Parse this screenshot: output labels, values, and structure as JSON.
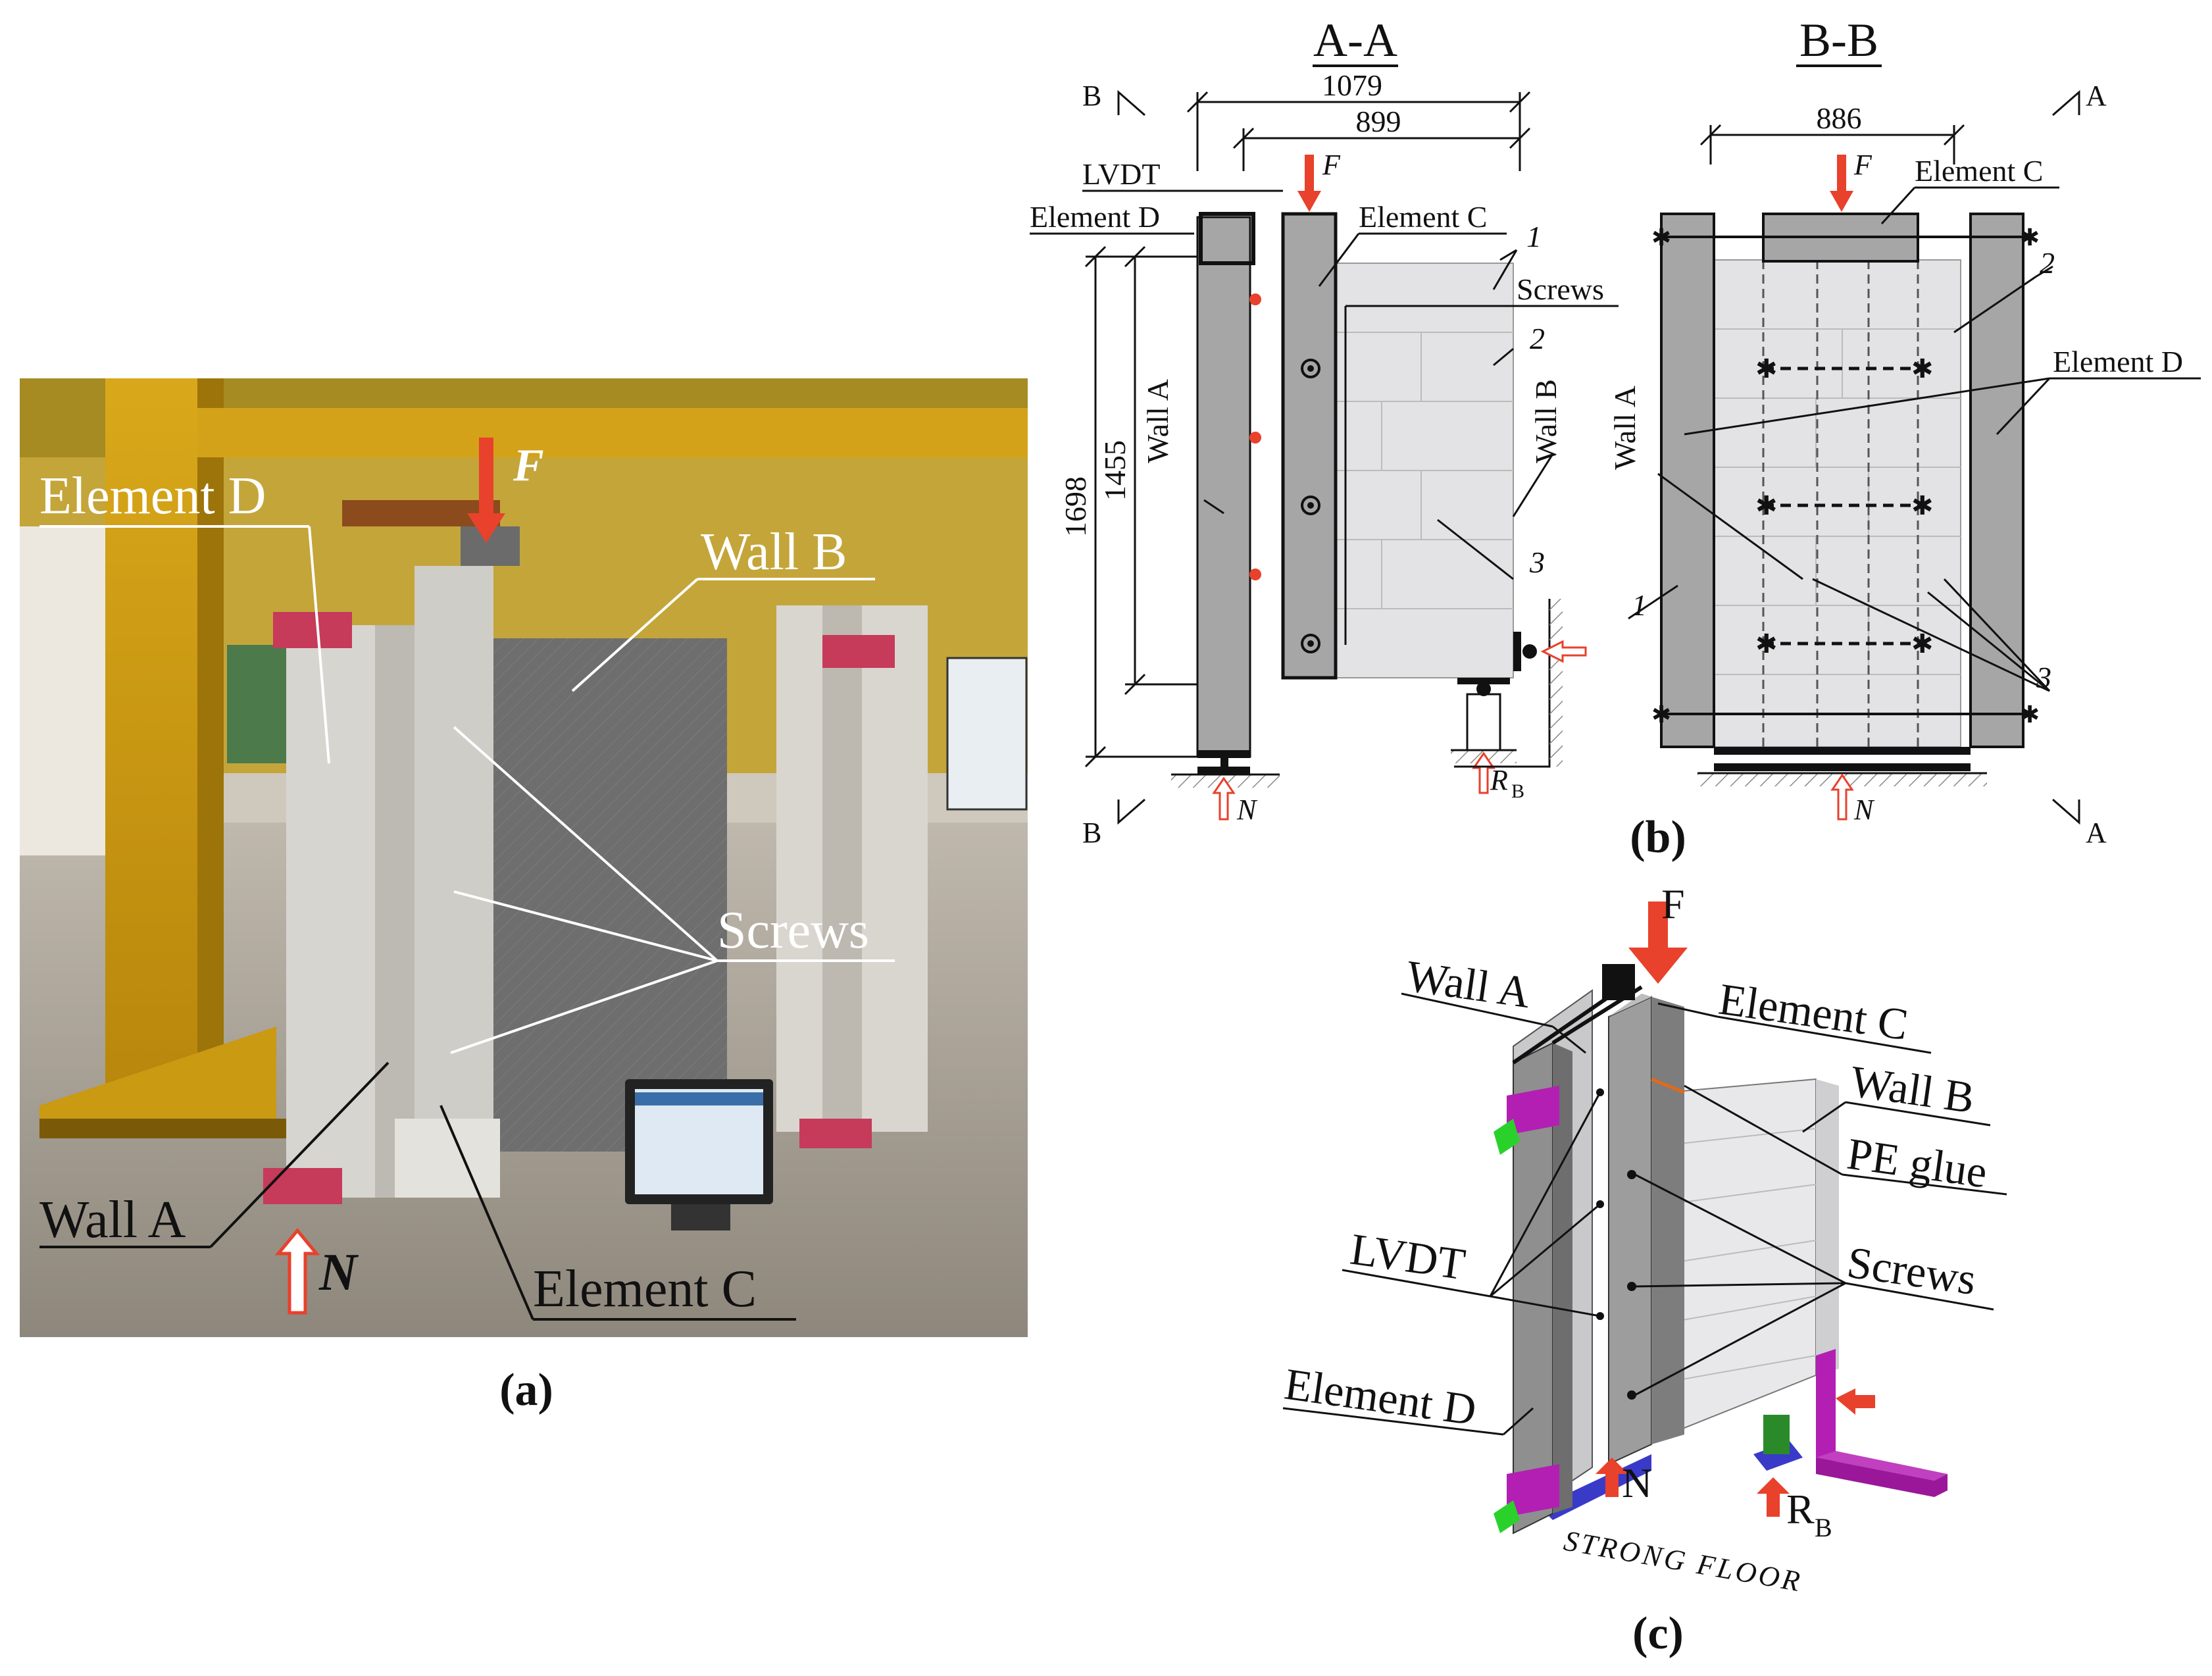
{
  "photo": {
    "element_d": "Element D",
    "wall_b": "Wall B",
    "screws": "Screws",
    "wall_a": "Wall A",
    "element_c": "Element C",
    "force_f": "F",
    "force_n": "N",
    "caption": "(a)"
  },
  "section_aa": {
    "title": "A-A",
    "dim_1079": "1079",
    "dim_899": "899",
    "dim_1698": "1698",
    "dim_1455": "1455",
    "lvdt": "LVDT",
    "element_d": "Element D",
    "element_c": "Element C",
    "force_f": "F",
    "screws": "Screws",
    "wall_a": "Wall A",
    "wall_b": "Wall B",
    "num_1": "1",
    "num_2": "2",
    "num_3": "3",
    "force_n": "N",
    "reaction_r": "R",
    "reaction_sub": "B",
    "mark_b_top": "B",
    "mark_b_bottom": "B"
  },
  "section_bb": {
    "title": "B-B",
    "dim_886": "886",
    "force_f": "F",
    "element_c": "Element C",
    "element_d": "Element D",
    "wall_a": "Wall A",
    "num_1": "1",
    "num_2": "2",
    "num_3": "3",
    "force_n": "N",
    "mark_a_top": "A",
    "mark_a_bottom": "A"
  },
  "caption_b": "(b)",
  "iso": {
    "force_f": "F",
    "wall_a": "Wall A",
    "element_c": "Element C",
    "wall_b": "Wall B",
    "pe_glue": "PE glue",
    "screws": "Screws",
    "lvdt": "LVDT",
    "element_d": "Element D",
    "force_n": "N",
    "reaction_r": "R",
    "reaction_sub": "B",
    "strong_floor": "STRONG FLOOR",
    "caption": "(c)"
  },
  "colors": {
    "force_red": "#e8412c",
    "panel_grey": "#a6a6a6",
    "wall_light": "#e3e3e5",
    "clamp_pink": "#c63a5a",
    "support_magenta": "#b31fb3",
    "support_green": "#2bd12b",
    "support_blue": "#3a3ac8"
  }
}
